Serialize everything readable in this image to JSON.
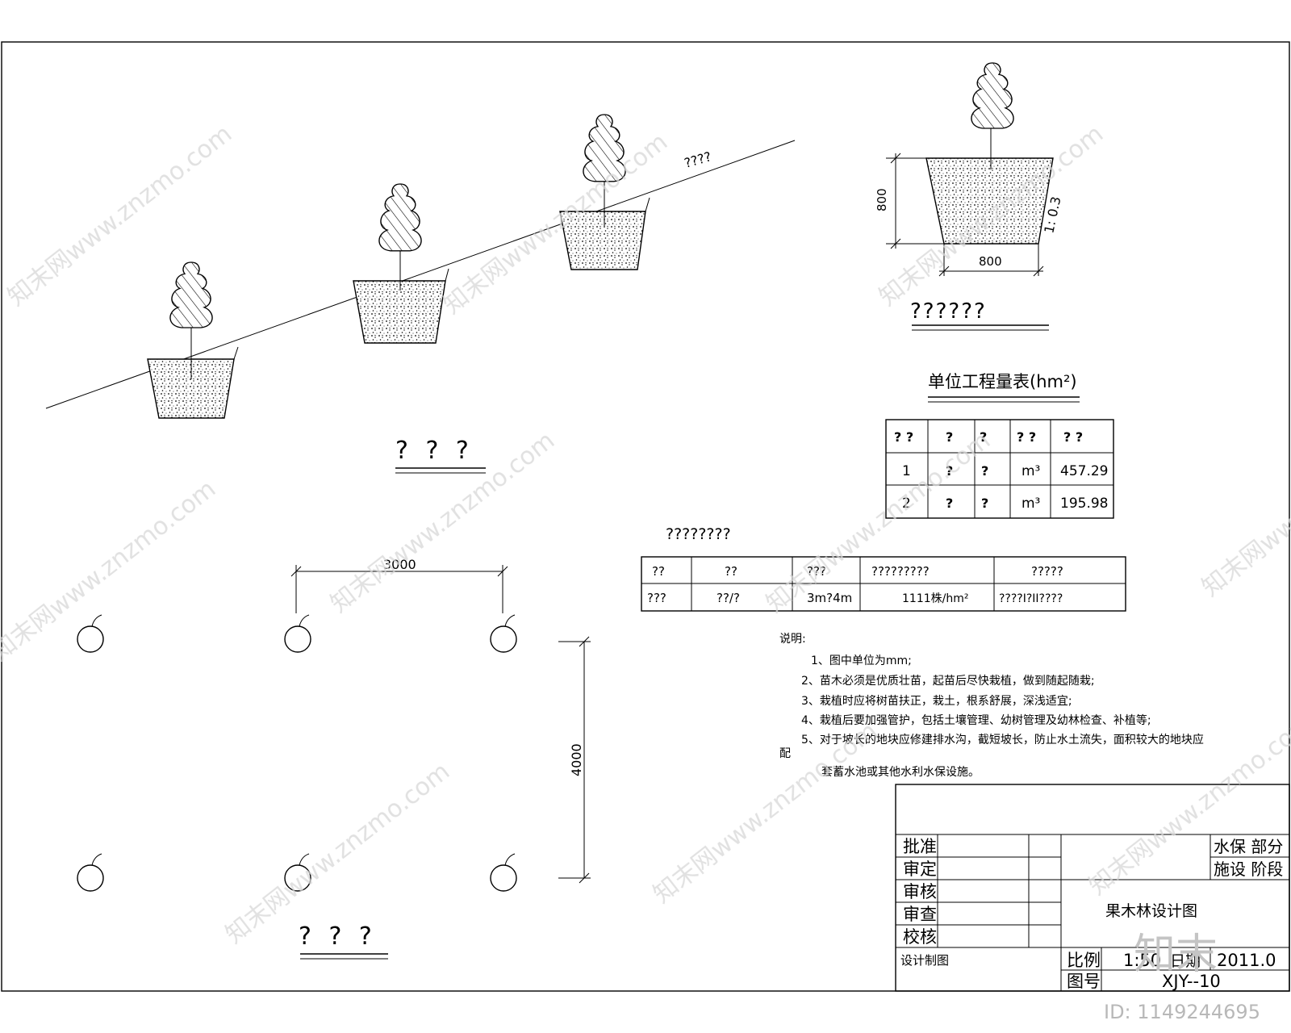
{
  "slope_section": {
    "slope_label": "????",
    "caption": "? ? ?"
  },
  "pit_detail": {
    "height_dim": "800",
    "width_dim": "800",
    "slope_ratio": "1: 0.3",
    "caption": "??????"
  },
  "unit_quantity_table": {
    "title": "单位工程量表(hm²)",
    "headers": [
      "? ?",
      "?",
      "?",
      "? ?",
      "? ?"
    ],
    "rows": [
      [
        "1",
        "?",
        "?",
        "m³",
        "457.29"
      ],
      [
        "2",
        "?",
        "?",
        "m³",
        "195.98"
      ]
    ]
  },
  "spec_table": {
    "title": "????????",
    "headers": [
      "??",
      "??",
      "???",
      "?????????",
      "?????"
    ],
    "row": [
      "???",
      "??/?",
      "3m?4m",
      "1111株/hm²",
      "????I?II????"
    ]
  },
  "plan_view": {
    "spacing_x": "3000",
    "spacing_y": "4000",
    "caption": "? ? ?"
  },
  "notes": {
    "heading": "说明:",
    "items": [
      "1、图中单位为mm;",
      "2、苗木必须是优质壮苗，起苗后尽快栽植，做到随起随栽;",
      "3、栽植时应将树苗扶正，栽土，根系舒展，深浅适宜;",
      "4、栽植后要加强管护，包括土壤管理、幼树管理及幼林检查、补植等;",
      "5、对于坡长的地块应修建排水沟，截短坡长，防止水土流失，面积较大的地块应"
    ],
    "extra_label": "配",
    "extra": "套蓄水池或其他水利水保设施。"
  },
  "title_block": {
    "approve": "批准",
    "examine": "审定",
    "review": "审核",
    "inspect": "审查",
    "check": "校核",
    "designer": "设计制图",
    "division": "水保 部分",
    "stage": "施设 阶段",
    "drawing_name": "果木林设计图",
    "scale_label": "比例",
    "scale_value": "1:50",
    "date_label": "日期",
    "date_value": "2011.0",
    "number_label": "图号",
    "number_value": "XJY--10"
  },
  "watermark": {
    "site": "知末网www.znzmo.com",
    "logo": "知末",
    "id": "ID: 1149244695"
  }
}
